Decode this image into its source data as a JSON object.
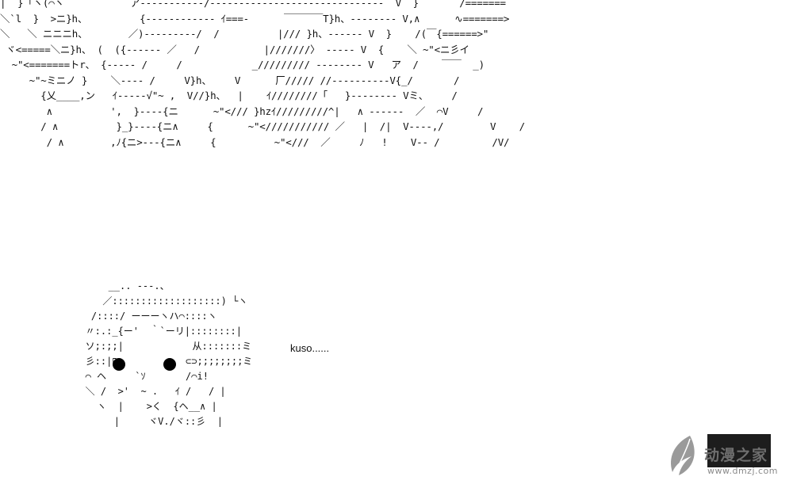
{
  "art": {
    "banner_lines": "|  }「ヽ(⌒ヽ        ￣￣ア-----------/------------------------------  V  }       /=======\n＼`l  }  >ニ}h、         {------------ ｲ===-      ￣￣￣￣T}h、-------- V,∧      ∿=======>\n＼   ＼ ニニニh、       ／)---------/  /          |/// }h、------ V  }    /(￣{======>\"\n ヾ<=====＼ニ}h、 (  ({------ ／   /           |///////〉 ----- V  {    ＼ ~\"<ニ彡イ\n  ~\"<=======トr、 {----- /     /            _///////// -------- V   ア  /    ￣￣  _)\n     ~\"~ミニノ }    ＼---- /     V}h、    V      厂///// //----------V{_/       /\n       {乂____,ン   ｲ-----√\"~ ,  V//}h、  |    ｲ////////「   }-------- Vミ、    /\n        ∧          ',  }----{ニ      ~\"</// }hzｲ/////////^|   ∧ ------  ／  ⌒V     /\n       / ∧          }_}----{ニ∧     {      ~\"</////////// ／   |  /|  V----,/        V    /\n        / ∧        ,ﾉ{ニ>---{ニ∧     {          ~\"<///  ／     ﾉ   !    V-- /         /V/",
    "face_lines": "       __.. ---.、\n      ／:::::::::::::::::::) └ヽ\n    /::::/ ーーーヽハ⌒::::ヽ\n   〃:.:_{ー'  ｀`ーリ|::::::::|\n   ソ;:;;|            从:::::::ミ\n   彡::|ﾛ            ⊂⊃;;;;;;;;ミ\n   ⌒ ヘ     `ｿ       /⌒i!\n   ＼ /  >'  ~ .   ｲ /   / |\n     ヽ  |    >く  {ヘ__∧ |\n        |     ヾV./ヾ::彡  |"
  },
  "speech_text": "kuso......",
  "watermark": {
    "title": "动漫之家",
    "url": "www.dmzj.com",
    "colors": {
      "box": "#1d1d1d",
      "text": "#6e6e6e",
      "logo": "#9a9a9a"
    }
  },
  "colors": {
    "background": "#ffffff",
    "ink": "#111111"
  }
}
